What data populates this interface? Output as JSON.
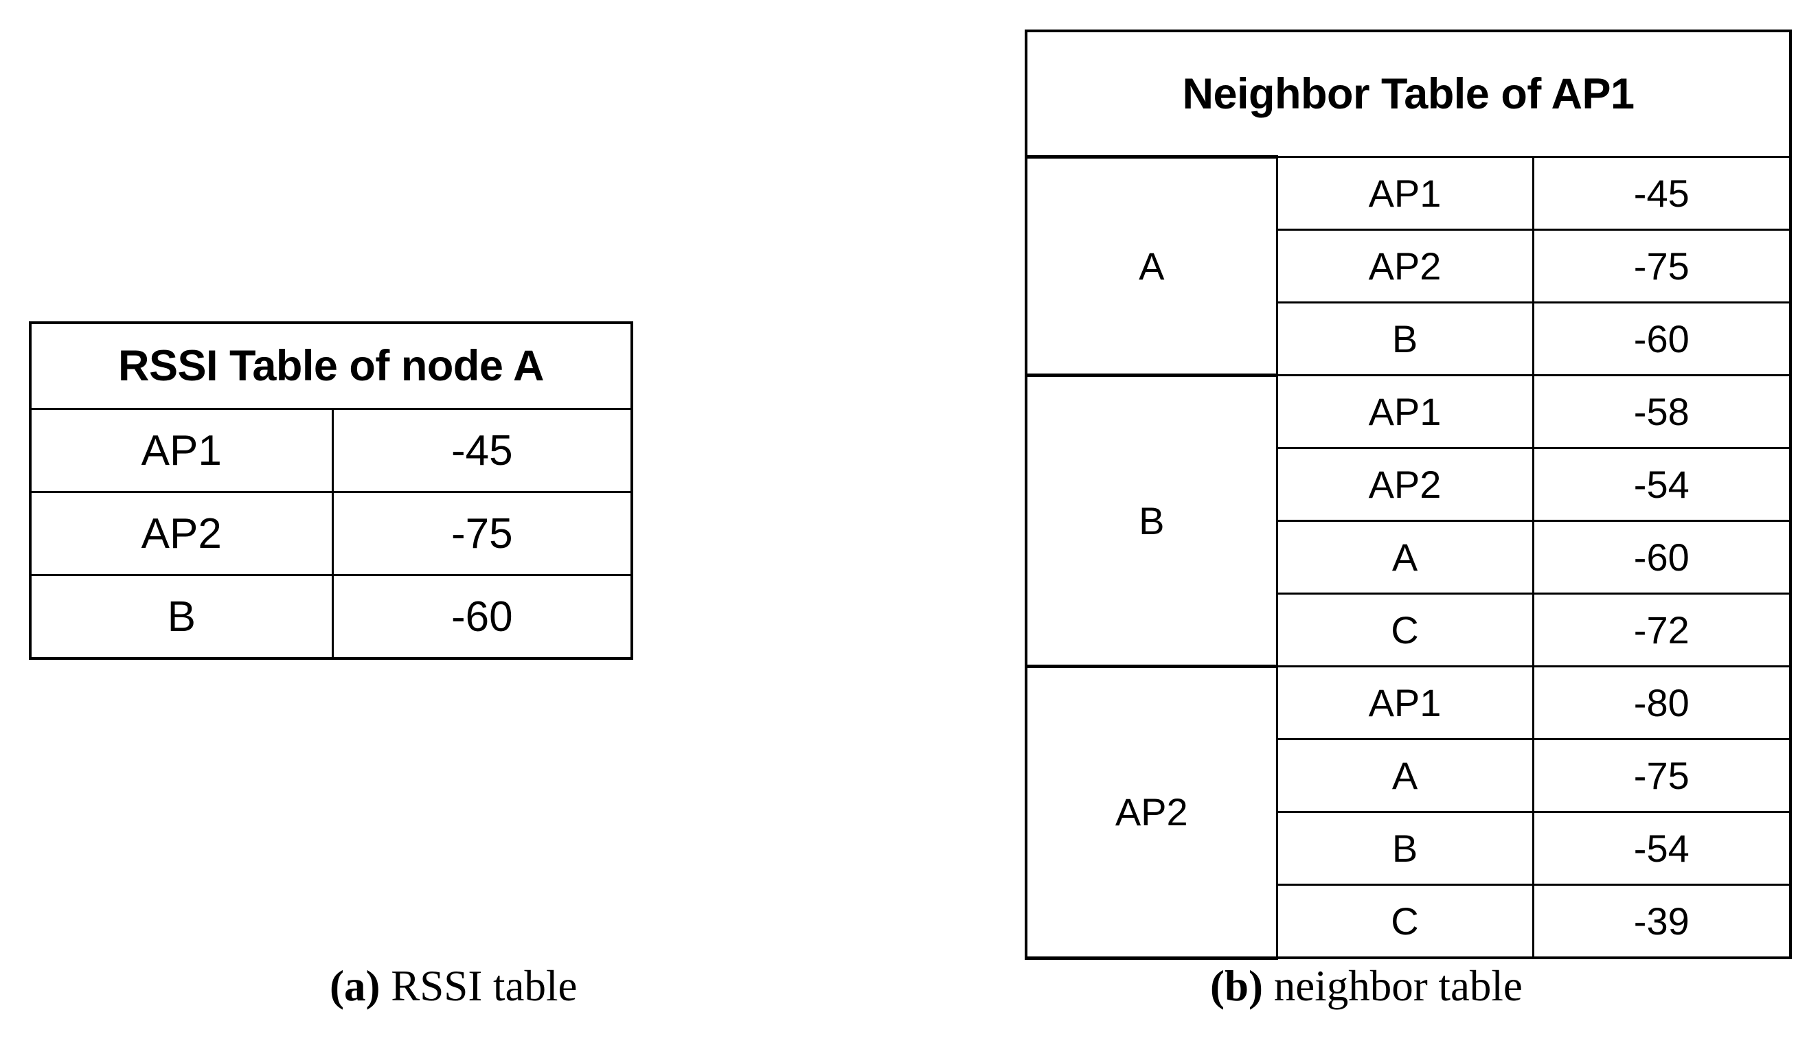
{
  "figure": {
    "panels": [
      {
        "id": "a",
        "caption_tag": "(a)",
        "caption_text": " RSSI table"
      },
      {
        "id": "b",
        "caption_tag": "(b)",
        "caption_text": " neighbor table"
      }
    ]
  },
  "rssi_table": {
    "title": "RSSI Table of node A",
    "rows": [
      {
        "name": "AP1",
        "rssi": "-45"
      },
      {
        "name": "AP2",
        "rssi": "-75"
      },
      {
        "name": "B",
        "rssi": "-60"
      }
    ]
  },
  "neighbor_table": {
    "title": "Neighbor Table of AP1",
    "groups": [
      {
        "label": "A",
        "rows": [
          {
            "name": "AP1",
            "rssi": "-45"
          },
          {
            "name": "AP2",
            "rssi": "-75"
          },
          {
            "name": "B",
            "rssi": "-60"
          }
        ]
      },
      {
        "label": "B",
        "rows": [
          {
            "name": "AP1",
            "rssi": "-58"
          },
          {
            "name": "AP2",
            "rssi": "-54"
          },
          {
            "name": "A",
            "rssi": "-60"
          },
          {
            "name": "C",
            "rssi": "-72"
          }
        ]
      },
      {
        "label": "AP2",
        "rows": [
          {
            "name": "AP1",
            "rssi": "-80"
          },
          {
            "name": "A",
            "rssi": "-75"
          },
          {
            "name": "B",
            "rssi": "-54"
          },
          {
            "name": "C",
            "rssi": "-39"
          }
        ]
      }
    ]
  },
  "colors": {
    "background": "#ffffff",
    "border": "#000000",
    "text": "#000000"
  }
}
